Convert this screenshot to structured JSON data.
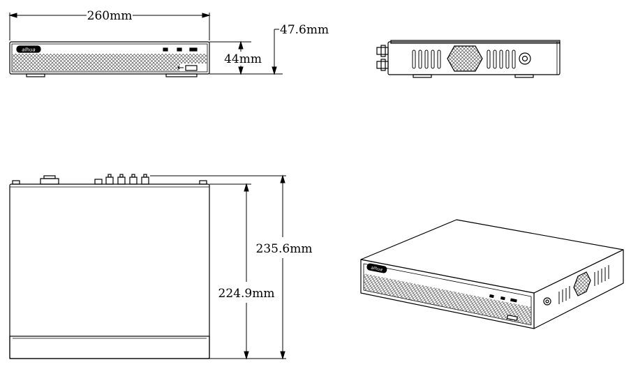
{
  "dimensions": {
    "width": "260mm",
    "total_height": "47.6mm",
    "body_height": "44mm",
    "total_depth": "235.6mm",
    "body_depth": "224.9mm"
  },
  "views": [
    "front-view",
    "side-view",
    "top-view",
    "isometric-view"
  ],
  "logo_text": "alhua",
  "colors": {
    "line": "#000000",
    "background": "#ffffff",
    "mesh": "#555555"
  }
}
